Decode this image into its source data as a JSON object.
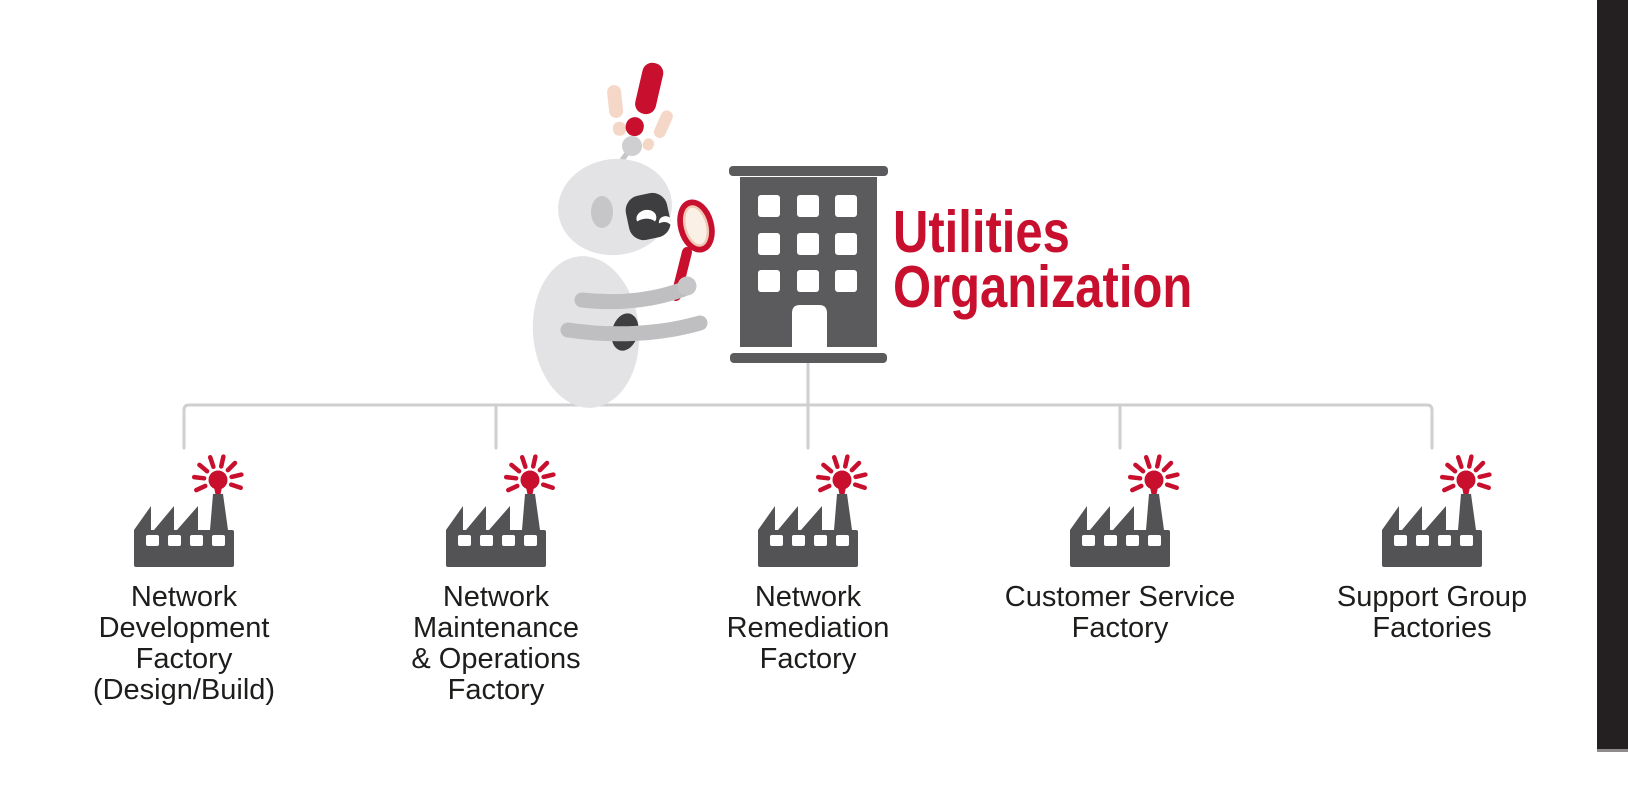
{
  "title": {
    "line1": "Utilities",
    "line2": "Organization"
  },
  "root_node": {
    "name": "Utilities Organization",
    "icon": "office-building-icon"
  },
  "factories": [
    {
      "label": "Network\nDevelopment\nFactory\n(Design/Build)",
      "icon": "factory-with-beacon-icon"
    },
    {
      "label": "Network\nMaintenance\n& Operations\nFactory",
      "icon": "factory-with-beacon-icon"
    },
    {
      "label": "Network\nRemediation\nFactory",
      "icon": "factory-with-beacon-icon"
    },
    {
      "label": "Customer Service\nFactory",
      "icon": "factory-with-beacon-icon"
    },
    {
      "label": "Support Group\nFactories",
      "icon": "factory-with-beacon-icon"
    }
  ],
  "mascot": {
    "name": "robot-inspector",
    "holding": "magnifying-glass-icon",
    "alert": "exclamation-marks"
  },
  "colors": {
    "red": "#C8102E",
    "building_gray": "#5B5B5D",
    "factory_gray": "#535355",
    "connector_gray": "#CFCFD1",
    "robot_light_gray": "#E3E3E5",
    "robot_mid_gray": "#C6C6C8",
    "robot_dark_gray": "#3E3E40",
    "pink": "#F5D7C8",
    "label_black": "#1D1D1B",
    "side_bar_black": "#242021",
    "background": "#FFFFFF"
  }
}
